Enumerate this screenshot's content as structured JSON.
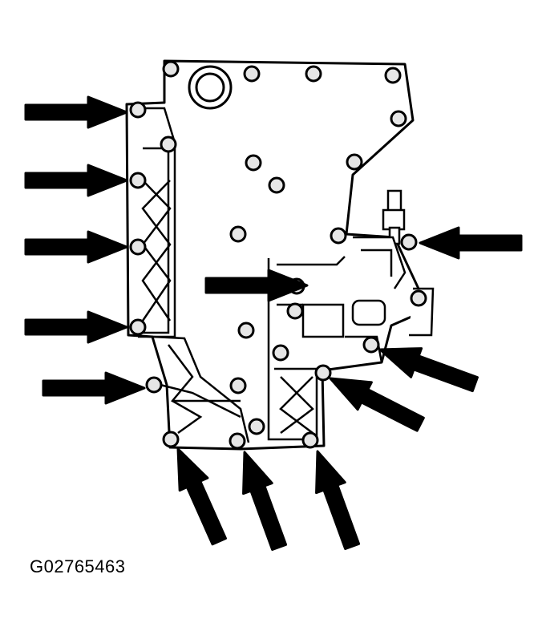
{
  "figure": {
    "id": "G02765463"
  },
  "diagram": {
    "subject": "valve-body-bolt-locations",
    "arrow_count": 12,
    "colors": {
      "line": "#000000",
      "fill": "#ffffff",
      "bolt_fill": "#e6e6e6"
    }
  }
}
